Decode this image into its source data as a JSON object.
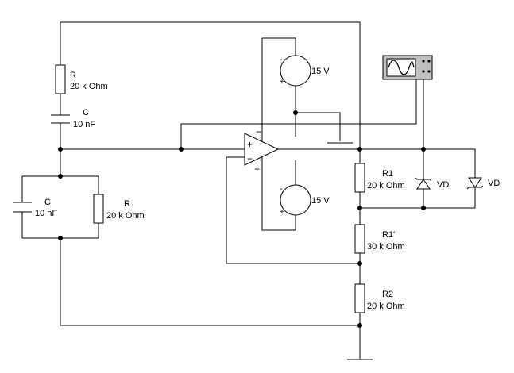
{
  "labels": {
    "r_top_name": "R",
    "r_top_value": "20 k Ohm",
    "c_series_name": "C",
    "c_series_value": "10 nF",
    "c_shunt_name": "C",
    "c_shunt_value": "10 nF",
    "r_shunt_name": "R",
    "r_shunt_value": "20 k Ohm",
    "v_top": "15 V",
    "v_bottom": "15 V",
    "r1_name": "R1",
    "r1_value": "20 k Ohm",
    "r1p_name": "R1'",
    "r1p_value": "30 k Ohm",
    "r2_name": "R2",
    "r2_value": "20 k Ohm",
    "vd1": "VD",
    "vd2": "VD"
  },
  "signs": {
    "minus": "−",
    "plus": "+",
    "neg": "-"
  },
  "icons": {
    "oscilloscope": "oscilloscope-icon",
    "ground": "ground-icon",
    "op_amp": "op-amp-icon"
  }
}
